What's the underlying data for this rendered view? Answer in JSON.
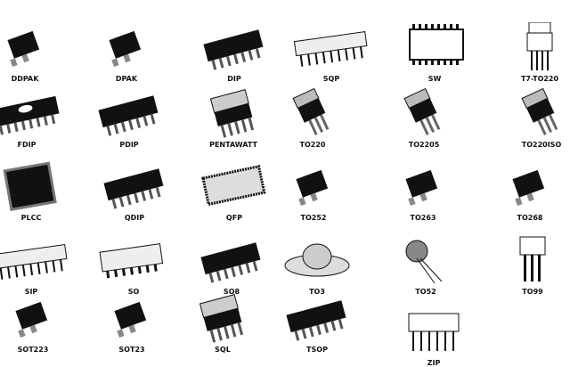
{
  "packages": [
    {
      "label": "DDPAK",
      "icon": "tab-smd"
    },
    {
      "label": "DPAK",
      "icon": "tab-smd"
    },
    {
      "label": "DIP",
      "icon": "dip"
    },
    {
      "label": "SQP",
      "icon": "sip"
    },
    {
      "label": "SW",
      "icon": "soic-outline"
    },
    {
      "label": "T7-TO220",
      "icon": "to220-outline"
    },
    {
      "label": "FDIP",
      "icon": "dip-window"
    },
    {
      "label": "PDIP",
      "icon": "dip"
    },
    {
      "label": "PENTAWATT",
      "icon": "power-tab"
    },
    {
      "label": "TO220",
      "icon": "to220"
    },
    {
      "label": "TO2205",
      "icon": "to220"
    },
    {
      "label": "TO220ISO",
      "icon": "to220"
    },
    {
      "label": "PLCC",
      "icon": "quad"
    },
    {
      "label": "QDIP",
      "icon": "dip"
    },
    {
      "label": "QFP",
      "icon": "quad-light"
    },
    {
      "label": "TO252",
      "icon": "tab-smd"
    },
    {
      "label": "TO263",
      "icon": "tab-smd"
    },
    {
      "label": "TO268",
      "icon": "tab-smd"
    },
    {
      "label": "SIP",
      "icon": "sip"
    },
    {
      "label": "SO",
      "icon": "so-light"
    },
    {
      "label": "SO8",
      "icon": "dip"
    },
    {
      "label": "TO3",
      "icon": "can-flange"
    },
    {
      "label": "TO52",
      "icon": "can"
    },
    {
      "label": "TO99",
      "icon": "can-square"
    },
    {
      "label": "SOT223",
      "icon": "tab-smd"
    },
    {
      "label": "SOT23",
      "icon": "tab-smd"
    },
    {
      "label": "SQL",
      "icon": "power-tab"
    },
    {
      "label": "TSOP",
      "icon": "dip"
    },
    {
      "label": "ZIP",
      "icon": "sip-outline"
    }
  ]
}
